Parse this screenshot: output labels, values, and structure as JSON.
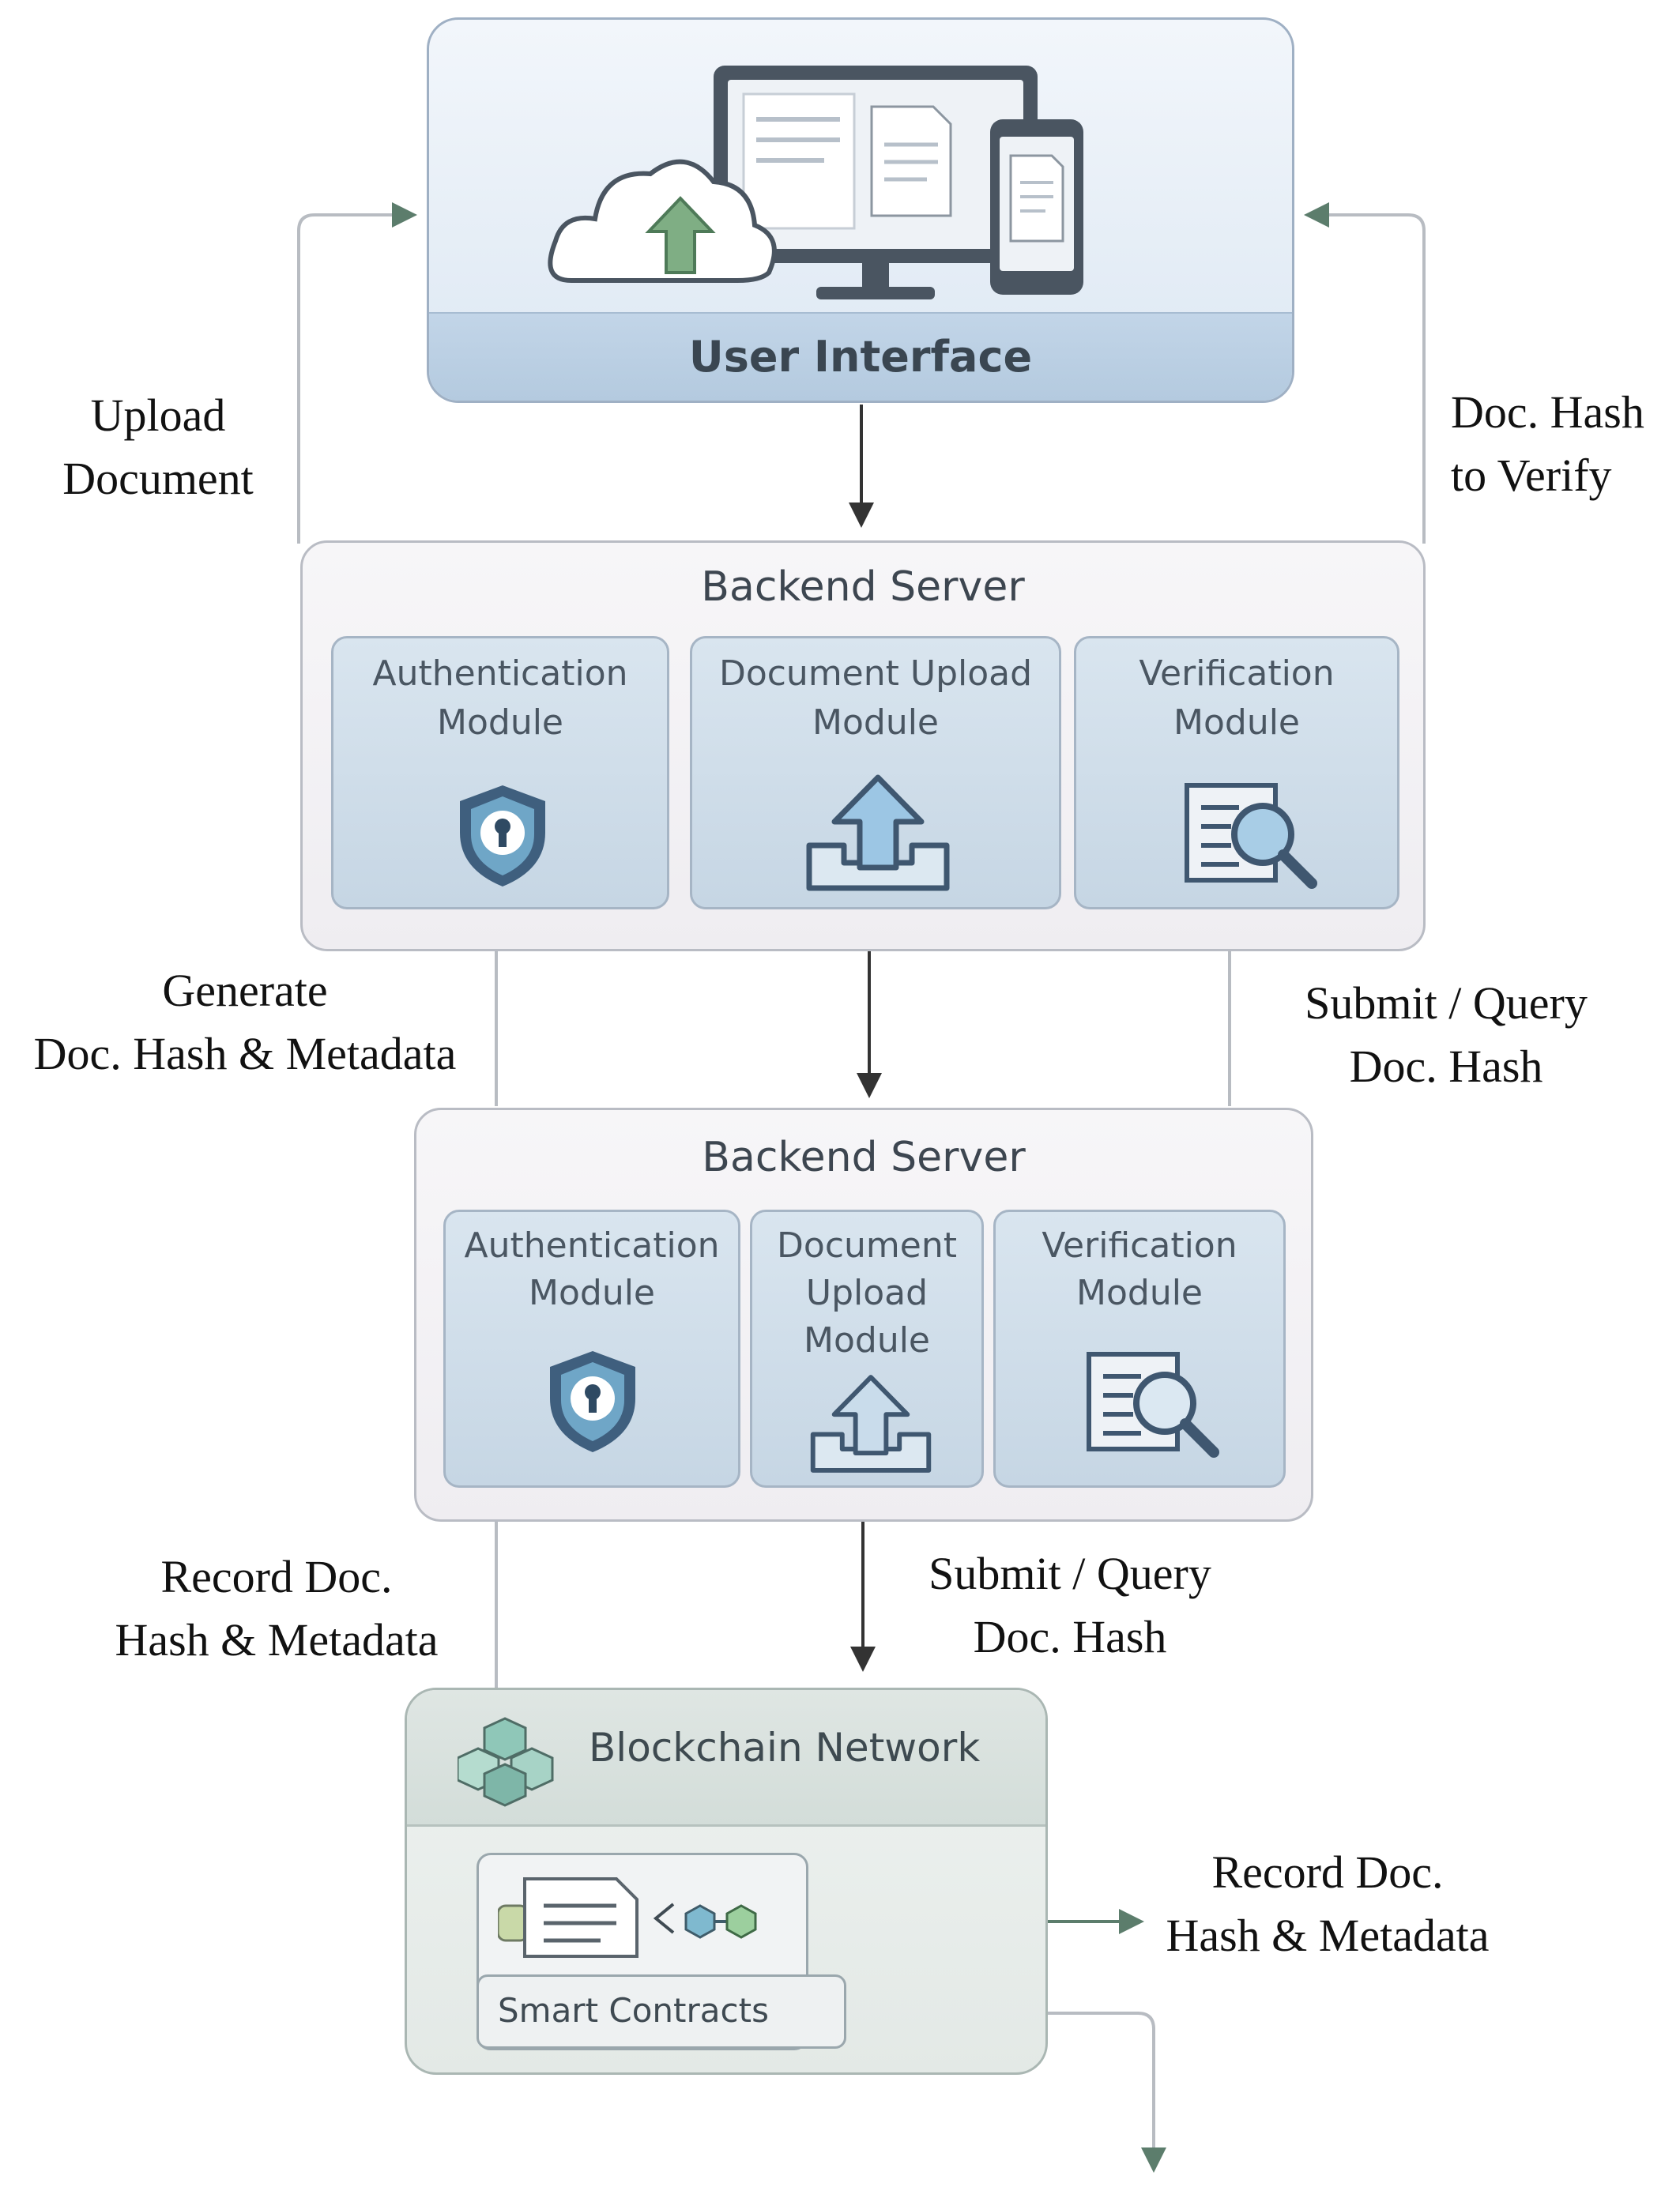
{
  "user_interface": {
    "title": "User Interface"
  },
  "backend_server_top": {
    "title": "Backend Server",
    "modules": [
      {
        "label_line1": "Authentication",
        "label_line2": "Module",
        "icon": "shield-lock-icon"
      },
      {
        "label_line1": "Document Upload",
        "label_line2": "Module",
        "icon": "upload-tray-icon"
      },
      {
        "label_line1": "Verification",
        "label_line2": "Module",
        "icon": "document-magnifier-icon"
      }
    ]
  },
  "backend_server_bottom": {
    "title": "Backend Server",
    "modules": [
      {
        "label_line1": "Authentication",
        "label_line2": "Module",
        "icon": "shield-lock-icon"
      },
      {
        "label_line1": "Document",
        "label_line2": "Upload",
        "label_line3": "Module",
        "icon": "upload-tray-icon"
      },
      {
        "label_line1": "Verification",
        "label_line2": "Module",
        "icon": "document-magnifier-icon"
      }
    ]
  },
  "blockchain": {
    "title": "Blockchain Network",
    "smart_contracts_label": "Smart Contracts",
    "icon": "blockchain-cubes-icon"
  },
  "edge_labels": {
    "upload_document": [
      "Upload",
      "Document"
    ],
    "doc_hash_to_verify": [
      "Doc. Hash",
      "to Verify"
    ],
    "generate_hash": [
      "Generate",
      "Doc. Hash & Metadata"
    ],
    "submit_query_top": [
      "Submit / Query",
      "Doc. Hash"
    ],
    "record_left": [
      "Record Doc.",
      "Hash & Metadata"
    ],
    "submit_query_bottom": [
      "Submit / Query",
      "Doc. Hash"
    ],
    "record_right": [
      "Record Doc.",
      "Hash & Metadata"
    ]
  },
  "colors": {
    "arrow_dark": "#3b3b3b",
    "arrow_green": "#5c7d6c",
    "line_gray": "#b8bcc2",
    "ui_accent": "#7fae84"
  }
}
